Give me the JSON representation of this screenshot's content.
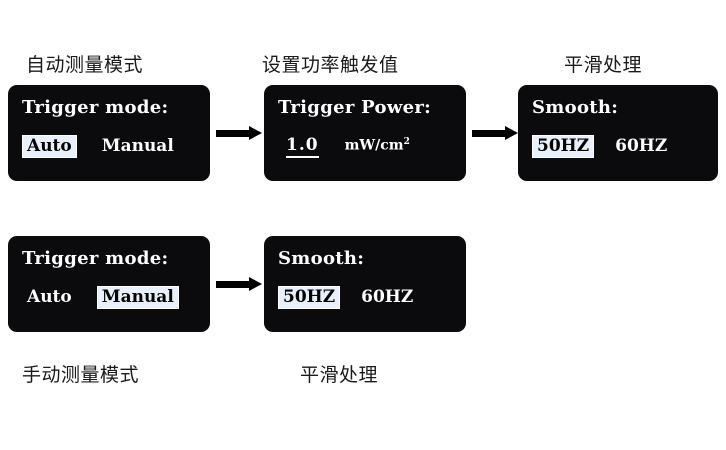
{
  "captions": {
    "auto_mode": "自动测量模式",
    "set_power_trigger": "设置功率触发值",
    "smooth_top": "平滑处理",
    "manual_mode": "手动测量模式",
    "smooth_bottom": "平滑处理"
  },
  "screens": {
    "trigger_mode_auto": {
      "title": "Trigger mode:",
      "options": [
        {
          "label": "Auto",
          "selected": true
        },
        {
          "label": "Manual",
          "selected": false
        }
      ]
    },
    "trigger_power": {
      "title": "Trigger Power:",
      "value": "1.0",
      "unit": "mW/cm",
      "unit_sup": "2"
    },
    "smooth_top": {
      "title": "Smooth:",
      "options": [
        {
          "label": "50HZ",
          "selected": true
        },
        {
          "label": "60HZ",
          "selected": false
        }
      ]
    },
    "trigger_mode_manual": {
      "title": "Trigger mode:",
      "options": [
        {
          "label": "Auto",
          "selected": false
        },
        {
          "label": "Manual",
          "selected": true
        }
      ]
    },
    "smooth_bottom": {
      "title": "Smooth:",
      "options": [
        {
          "label": "50HZ",
          "selected": true
        },
        {
          "label": "60HZ",
          "selected": false
        }
      ]
    }
  },
  "colors": {
    "screen_background": "#0b0b0e",
    "screen_text": "#ffffff",
    "highlight_background": "#e8f0fb",
    "highlight_text": "#000000",
    "arrow": "#000000",
    "caption_text": "#1a1a1a",
    "page_background": "#ffffff"
  }
}
